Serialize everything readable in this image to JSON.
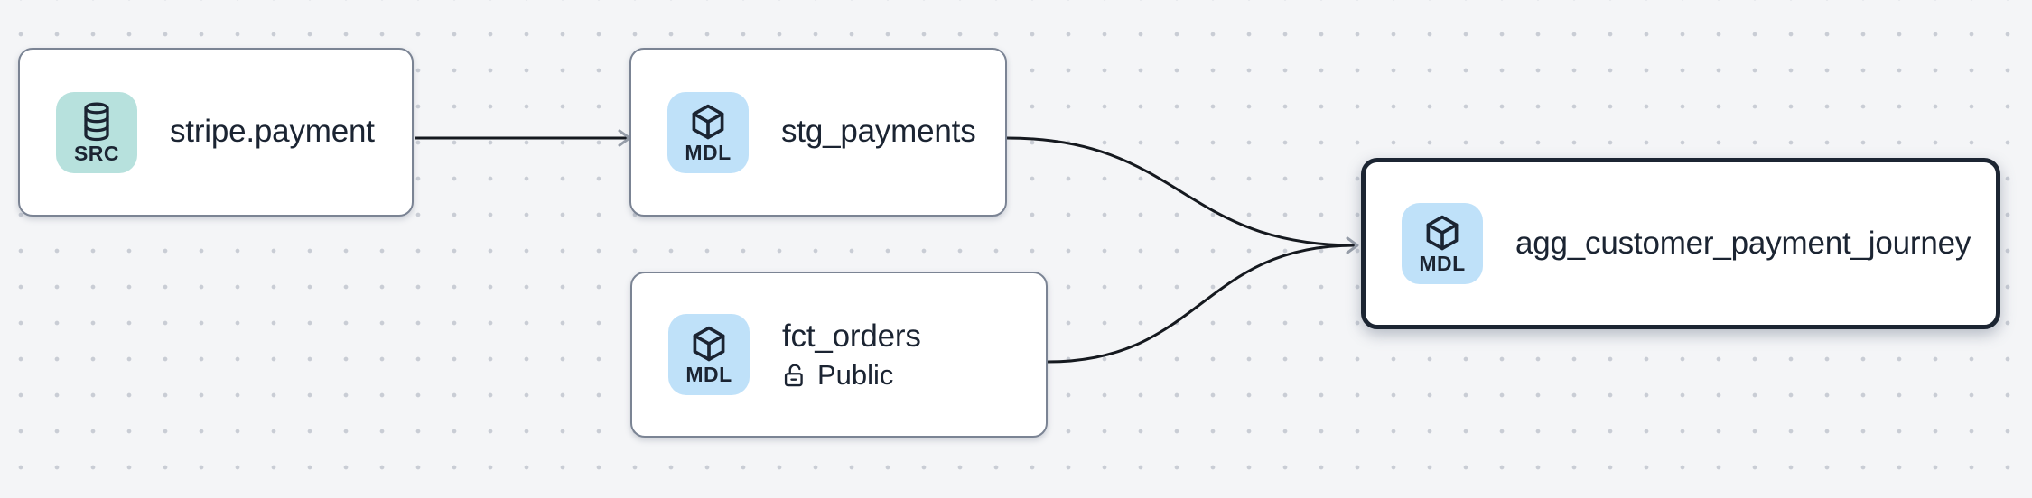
{
  "canvas": {
    "kind": "data-lineage-graph"
  },
  "colors": {
    "canvas_bg": "#f4f5f7",
    "dot_color": "#c9cdd5",
    "node_bg": "#ffffff",
    "node_border": "#7b8494",
    "selected_border": "#1c2532",
    "text": "#1b2432",
    "edge": "#15191f",
    "arrowhead": "#979ea9",
    "src_badge_bg": "#b7e1dd",
    "mdl_badge_bg": "#bfe1f9"
  },
  "nodes": [
    {
      "title": "stripe.payment",
      "badge": "SRC",
      "icon": "database-icon",
      "selected": false
    },
    {
      "title": "stg_payments",
      "badge": "MDL",
      "icon": "cube-icon",
      "selected": false
    },
    {
      "title": "fct_orders",
      "badge": "MDL",
      "icon": "cube-icon",
      "access": "Public",
      "access_icon": "lock-open-icon",
      "selected": false
    },
    {
      "title": "agg_customer_payment_journey",
      "badge": "MDL",
      "icon": "cube-icon",
      "selected": true
    }
  ],
  "edges": [
    {
      "from": "stripe.payment",
      "to": "stg_payments"
    },
    {
      "from": "stg_payments",
      "to": "agg_customer_payment_journey"
    },
    {
      "from": "fct_orders",
      "to": "agg_customer_payment_journey"
    }
  ]
}
